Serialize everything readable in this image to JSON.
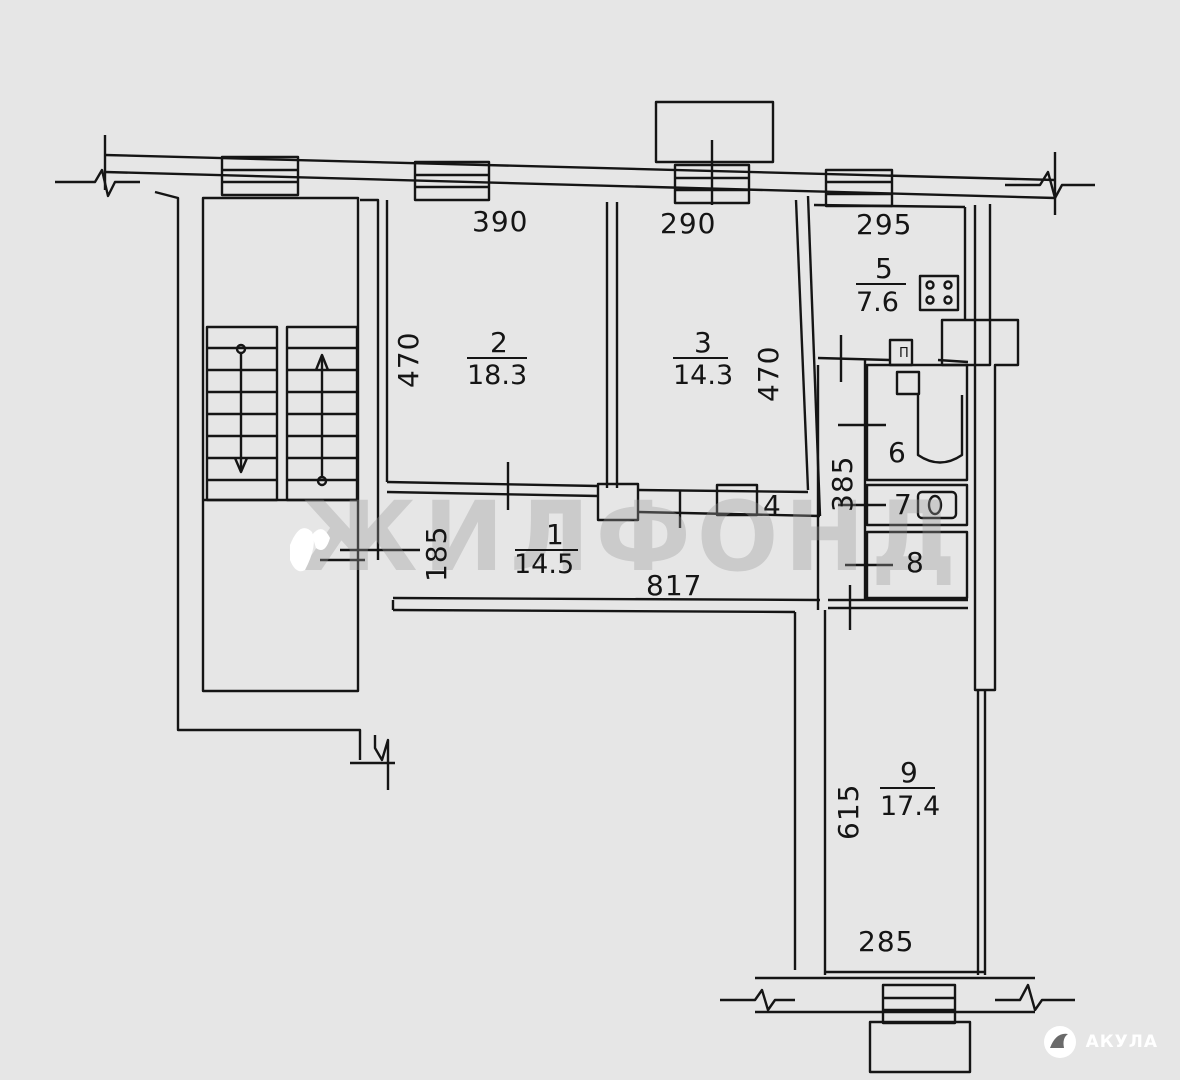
{
  "plan": {
    "dimensions": {
      "room2_width": "390",
      "room3_width": "290",
      "room5_width": "295",
      "room2_height": "470",
      "room3_height": "470",
      "wc_height": "385",
      "entrance_width": "185",
      "corridor_length": "817",
      "room9_height": "615",
      "room9_width": "285"
    },
    "rooms": [
      {
        "number": "1",
        "area": "14.5"
      },
      {
        "number": "2",
        "area": "18.3"
      },
      {
        "number": "3",
        "area": "14.3"
      },
      {
        "number": "4",
        "area": ""
      },
      {
        "number": "5",
        "area": "7.6"
      },
      {
        "number": "6",
        "area": ""
      },
      {
        "number": "7",
        "area": ""
      },
      {
        "number": "8",
        "area": ""
      },
      {
        "number": "9",
        "area": "17.4"
      }
    ],
    "fixture_labels": {
      "stove_marker": "П"
    }
  },
  "watermark": {
    "text": "ЖИЛФОНД"
  },
  "brand": {
    "name": "АКУЛА"
  },
  "colors": {
    "ink": "#151515",
    "paper": "#e6e6e6",
    "watermark": "#9a9a9a"
  }
}
